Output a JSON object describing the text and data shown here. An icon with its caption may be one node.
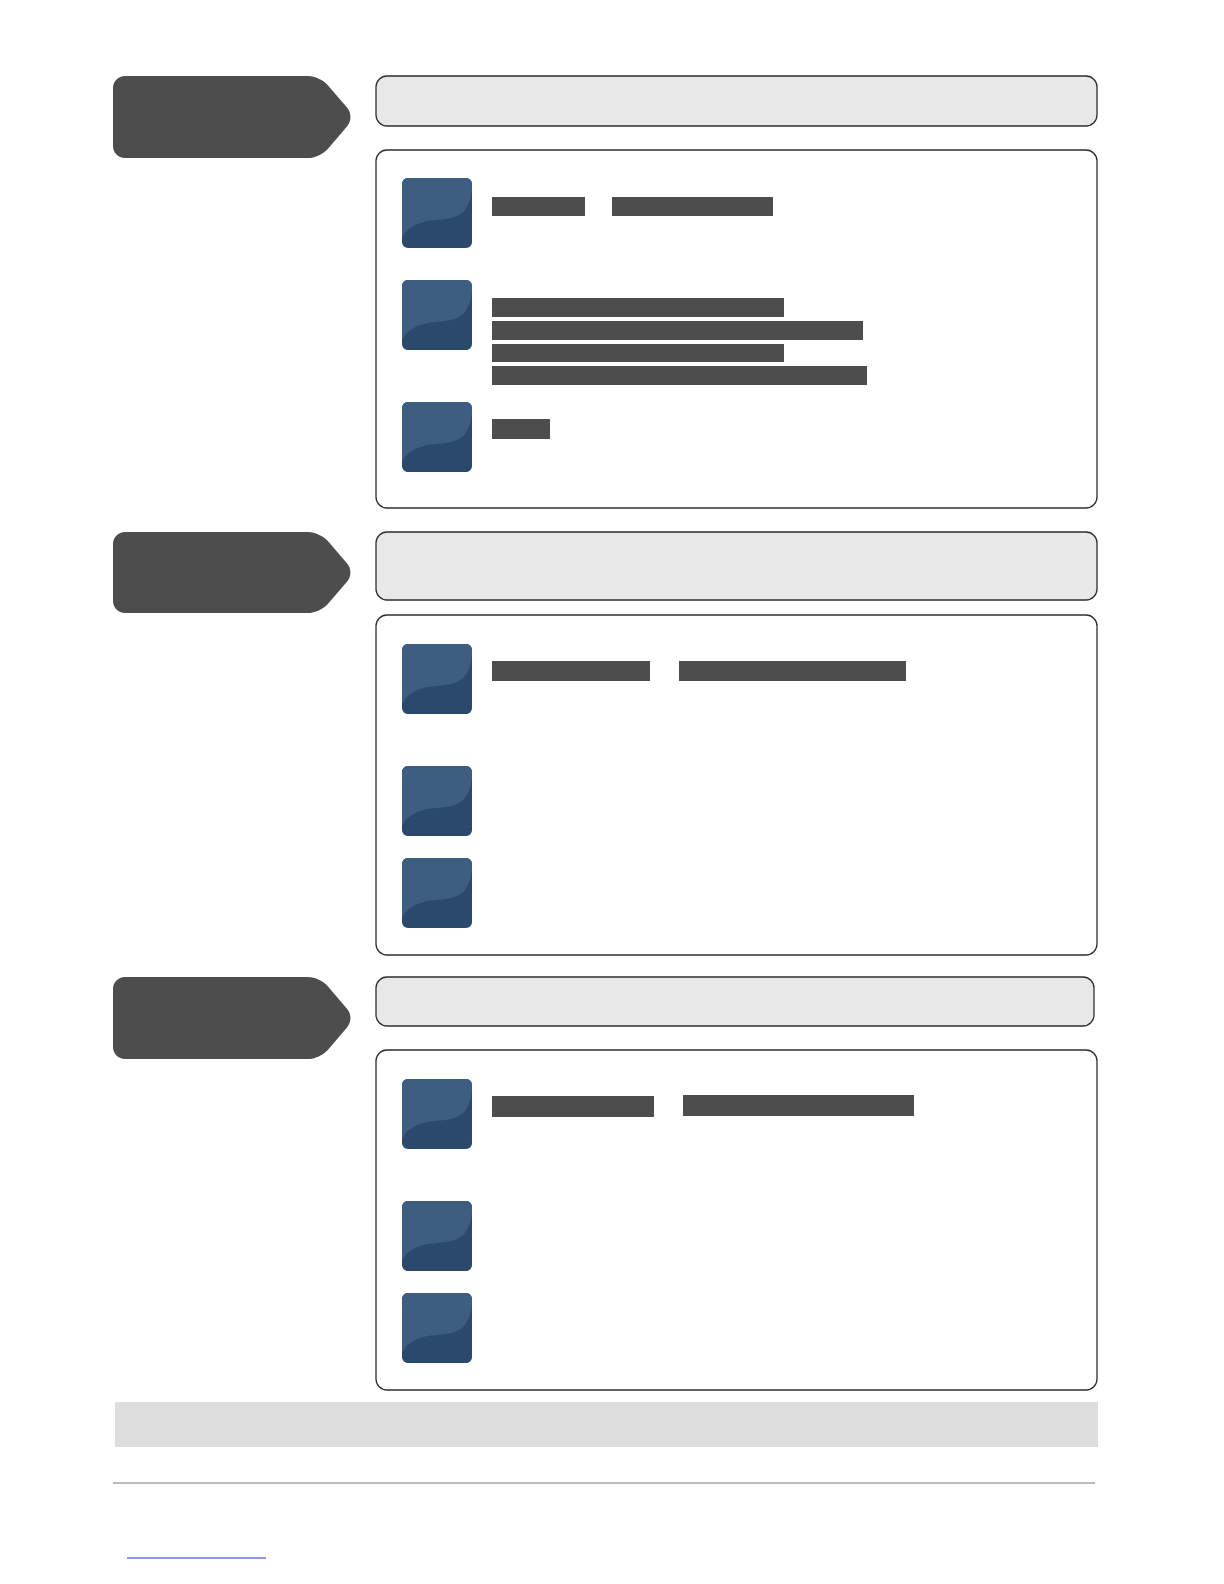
{
  "diagram": {
    "nodes": [
      {
        "text": [],
        "shape": "tag"
      },
      {
        "text": [],
        "shape": "box"
      },
      {
        "text": [],
        "shape": "box"
      },
      {
        "text": [],
        "shape": "square",
        "in": 2
      },
      {
        "text": [],
        "shape": "bar",
        "in": 2
      },
      {
        "text": [],
        "shape": "bar",
        "in": 2
      },
      {
        "text": [],
        "shape": "square",
        "in": 2
      },
      {
        "text": [],
        "shape": "bar",
        "in": 2
      },
      {
        "text": [],
        "shape": "bar",
        "in": 2
      },
      {
        "text": [],
        "shape": "bar",
        "in": 2
      },
      {
        "text": [],
        "shape": "bar",
        "in": 2
      },
      {
        "text": [],
        "shape": "square",
        "in": 2
      },
      {
        "text": [],
        "shape": "bar",
        "in": 2
      },
      {
        "text": [],
        "shape": "tag"
      },
      {
        "text": [],
        "shape": "box"
      },
      {
        "text": [],
        "shape": "box"
      },
      {
        "text": [],
        "shape": "square",
        "in": 15
      },
      {
        "text": [],
        "shape": "bar",
        "in": 15
      },
      {
        "text": [],
        "shape": "bar",
        "in": 15
      },
      {
        "text": [],
        "shape": "square",
        "in": 15
      },
      {
        "text": [],
        "shape": "square",
        "in": 15
      },
      {
        "text": [],
        "shape": "tag"
      },
      {
        "text": [],
        "shape": "box"
      },
      {
        "text": [],
        "shape": "box"
      },
      {
        "text": [],
        "shape": "square",
        "in": 23
      },
      {
        "text": [],
        "shape": "bar",
        "in": 23
      },
      {
        "text": [],
        "shape": "bar",
        "in": 23
      },
      {
        "text": [],
        "shape": "square",
        "in": 23
      },
      {
        "text": [],
        "shape": "square",
        "in": 23
      },
      {
        "text": [],
        "shape": "band"
      }
    ]
  }
}
